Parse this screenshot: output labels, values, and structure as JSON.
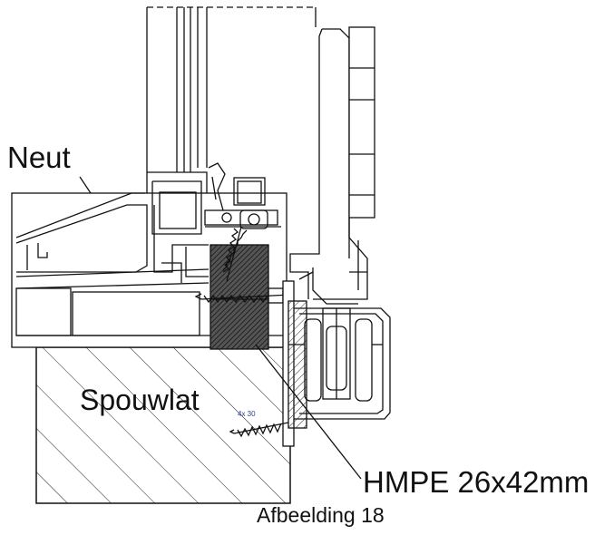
{
  "labels": {
    "neut": "Neut",
    "spouwlat": "Spouwlat",
    "hmpe": "HMPE 26x42mm",
    "screw": "4x 30",
    "caption": "Afbeelding 18"
  },
  "colors": {
    "line": "#111111",
    "hatch": "#222222",
    "hmpe_fill": "#3a3a3a",
    "screw_label": "#2b3f8f"
  }
}
